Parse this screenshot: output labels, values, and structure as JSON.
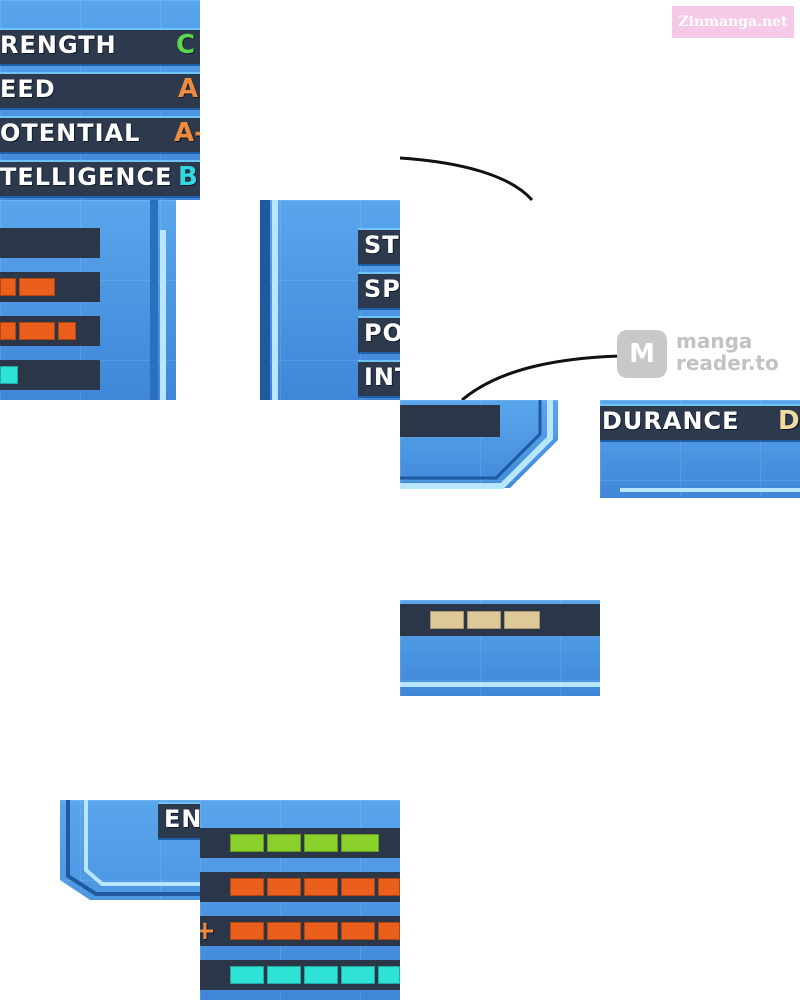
{
  "watermark_top": "Zinmanga.net",
  "watermark_logo": {
    "badge": "M",
    "line1": "manga",
    "line2": "reader.to"
  },
  "stats_top_left": [
    {
      "label": "RENGTH",
      "grade": "C",
      "grade_color": "#5cd84a"
    },
    {
      "label": "EED",
      "grade": "A",
      "grade_color": "#f08a3c"
    },
    {
      "label": "OTENTIAL",
      "grade": "A-",
      "grade_color": "#f08a3c"
    },
    {
      "label": "TELLIGENCE",
      "grade": "B",
      "grade_color": "#33d8e0"
    }
  ],
  "stats_mid_partial": [
    "ST",
    "SP",
    "PO",
    "INT"
  ],
  "endurance_label": "DURANCE",
  "endurance_grade": "D",
  "bottom_label": "EN",
  "plus_sign": "+",
  "colors": {
    "panel_blue": "#4a94e0",
    "row_dark": "#2d3a4e",
    "orange": "#ea5f1b",
    "green": "#8ad12b",
    "cyan": "#2fe2d6",
    "tan": "#dcc997"
  }
}
